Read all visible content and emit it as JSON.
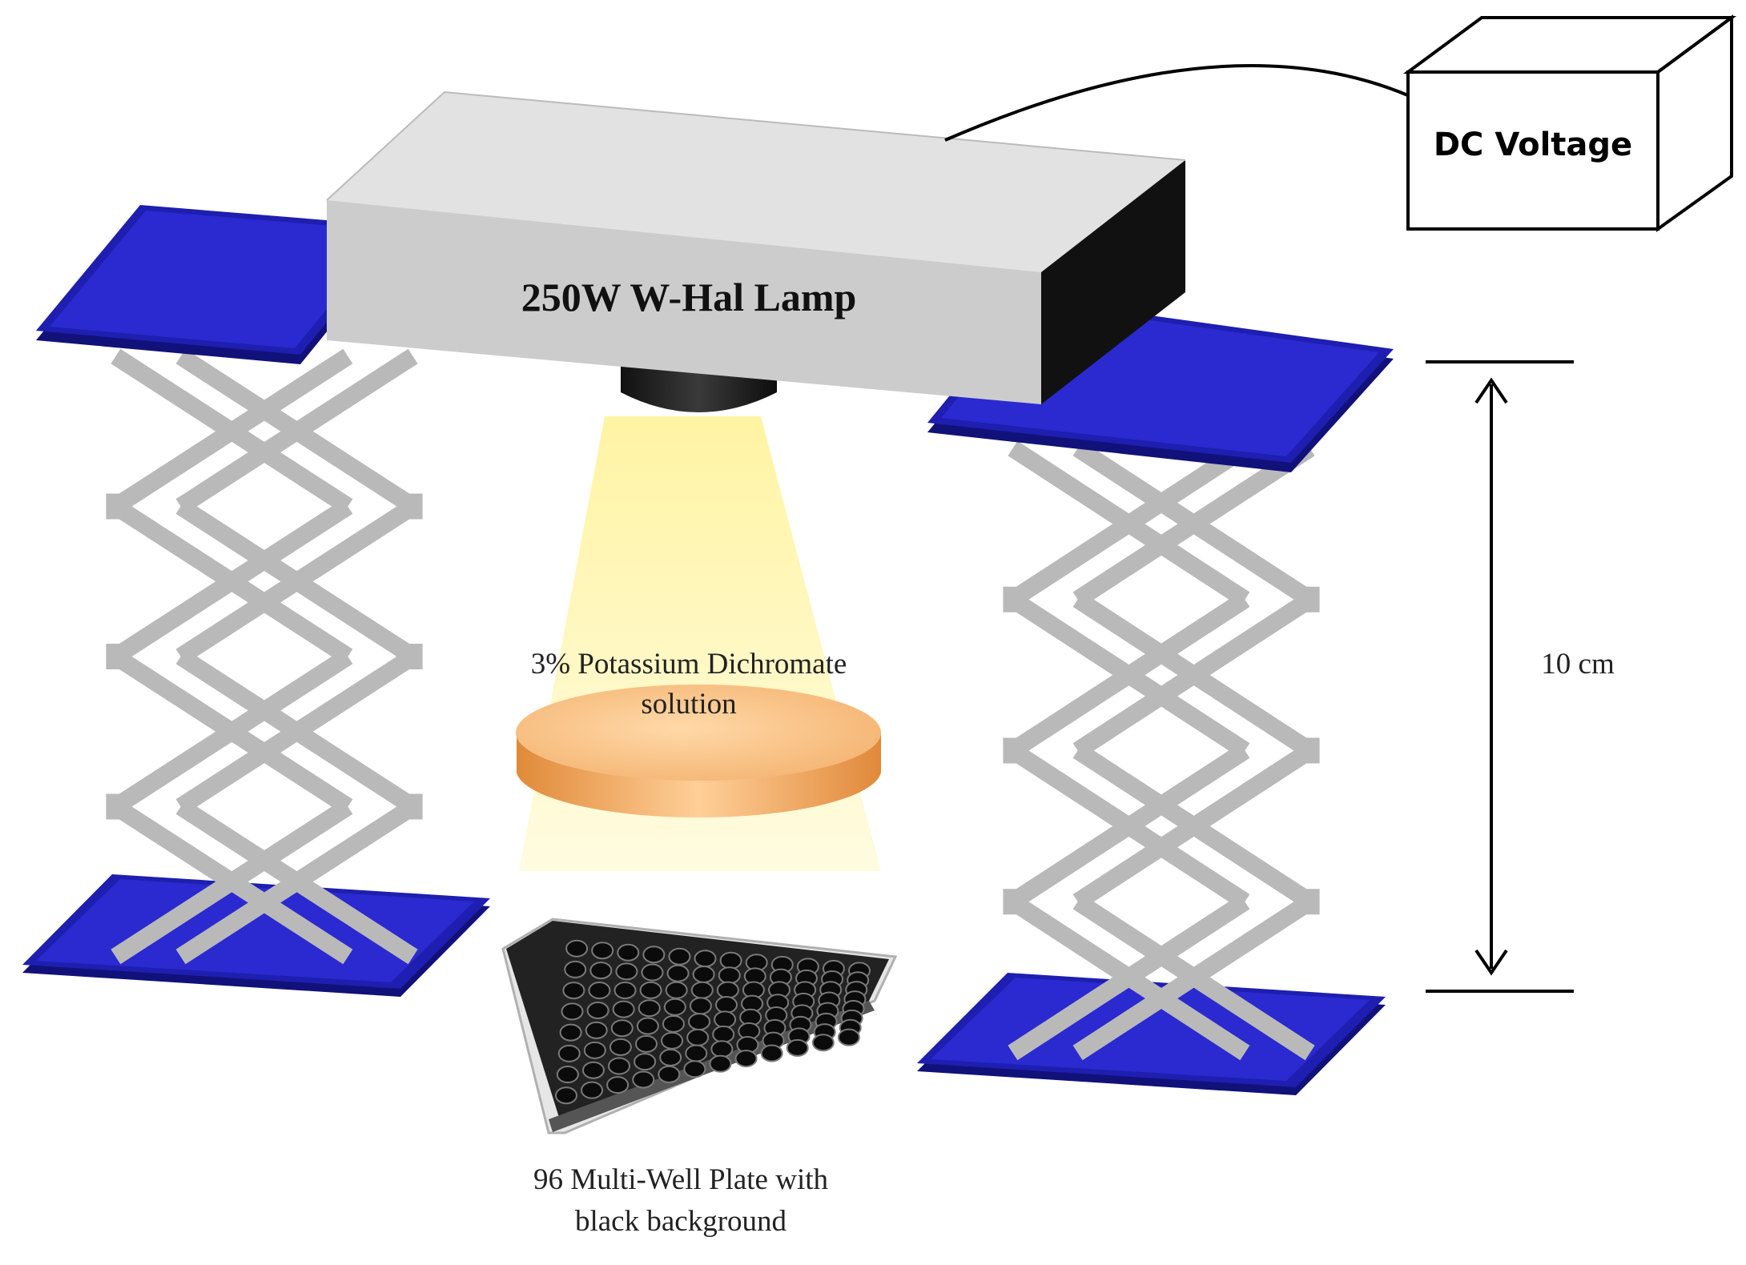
{
  "labels": {
    "lamp": "250W W-Hal Lamp",
    "power": "DC Voltage",
    "filter_line1": "3% Potassium Dichromate",
    "filter_line2": "solution",
    "plate_line1": "96 Multi-Well Plate with",
    "plate_line2": "black background",
    "distance": "10 cm"
  },
  "colors": {
    "stage_plate": "#1f1fb4",
    "scissor": "#b9b9b9",
    "lamp_body": "#cfcfcf",
    "light_beam": "#fff6b0",
    "filter_disk": "#f1a75c",
    "well_plate": "#1c1c1c"
  },
  "icons": {
    "left_stand": "scissor-lift-icon",
    "right_stand": "scissor-lift-icon",
    "well_plate": "multi-well-plate-icon"
  },
  "plate": {
    "rows": 8,
    "columns": 12
  }
}
